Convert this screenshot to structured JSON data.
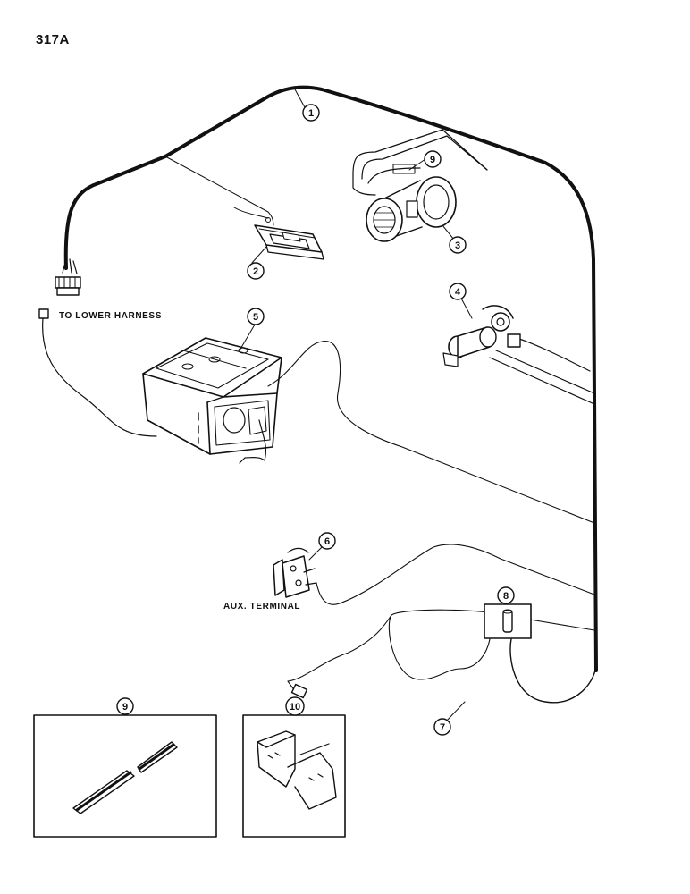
{
  "page": {
    "number": "317A"
  },
  "labels": {
    "lower_harness": "TO LOWER HARNESS",
    "aux_terminal": "AUX. TERMINAL"
  },
  "callouts": [
    {
      "id": "c1",
      "number": "1"
    },
    {
      "id": "c2",
      "number": "2"
    },
    {
      "id": "c3",
      "number": "3"
    },
    {
      "id": "c4",
      "number": "4"
    },
    {
      "id": "c5",
      "number": "5"
    },
    {
      "id": "c6",
      "number": "6"
    },
    {
      "id": "c7",
      "number": "7"
    },
    {
      "id": "c8",
      "number": "8"
    },
    {
      "id": "c9",
      "number": "9"
    },
    {
      "id": "c9b",
      "number": "9"
    },
    {
      "id": "c10",
      "number": "10"
    }
  ]
}
